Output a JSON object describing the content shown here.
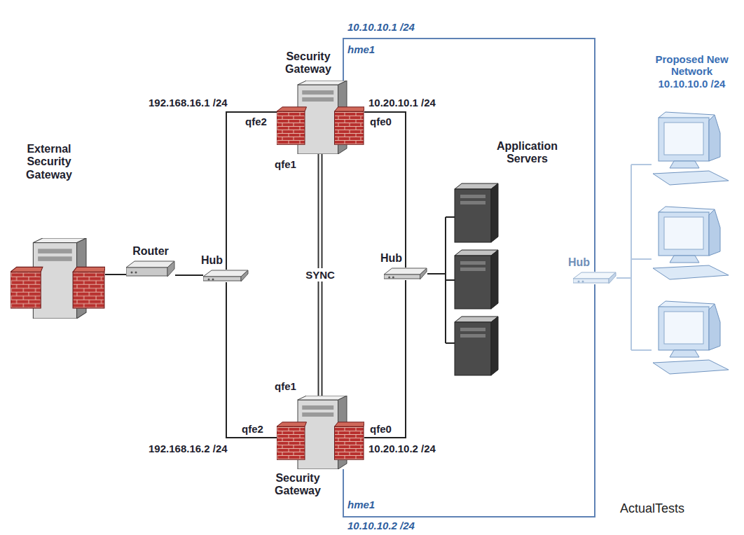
{
  "diagram": {
    "nodes": [
      {
        "text": [
          "External Security Gateway"
        ]
      },
      {
        "text": [
          "Router"
        ]
      },
      {
        "text": [
          "Hub"
        ]
      },
      {
        "text": [
          "Security Gateway"
        ]
      },
      {
        "text": [
          "Security Gateway"
        ]
      },
      {
        "text": [
          "Hub"
        ]
      },
      {
        "text": [
          "Application Servers"
        ]
      },
      {
        "text": [
          "Hub"
        ]
      },
      {
        "text": [
          "Proposed New Network 10.10.10.0 /24"
        ]
      }
    ],
    "edges": [
      {
        "from": 0,
        "to": 1,
        "arrow": "none"
      },
      {
        "from": 1,
        "to": 2,
        "arrow": "none"
      },
      {
        "from": 2,
        "to": 3,
        "arrow": "none"
      },
      {
        "from": 2,
        "to": 4,
        "arrow": "none"
      },
      {
        "from": 3,
        "to": 4,
        "label": "SYNC",
        "arrow": "none"
      },
      {
        "from": 3,
        "to": 5,
        "arrow": "none"
      },
      {
        "from": 4,
        "to": 5,
        "arrow": "none"
      },
      {
        "from": 5,
        "to": 6,
        "arrow": "none"
      },
      {
        "from": 3,
        "to": 7,
        "arrow": "none"
      },
      {
        "from": 4,
        "to": 7,
        "arrow": "none"
      },
      {
        "from": 7,
        "to": 8,
        "arrow": "none"
      }
    ],
    "labels": [
      "10.10.10.1 /24",
      "hme1",
      "192.168.16.1 /24",
      "qfe2",
      "10.20.10.1 /24",
      "qfe0",
      "qfe1",
      "qfe1",
      "qfe2",
      "192.168.16.2 /24",
      "qfe0",
      "10.20.10.2 /24",
      "hme1",
      "10.10.10.2 /24",
      "ActualTests"
    ]
  }
}
